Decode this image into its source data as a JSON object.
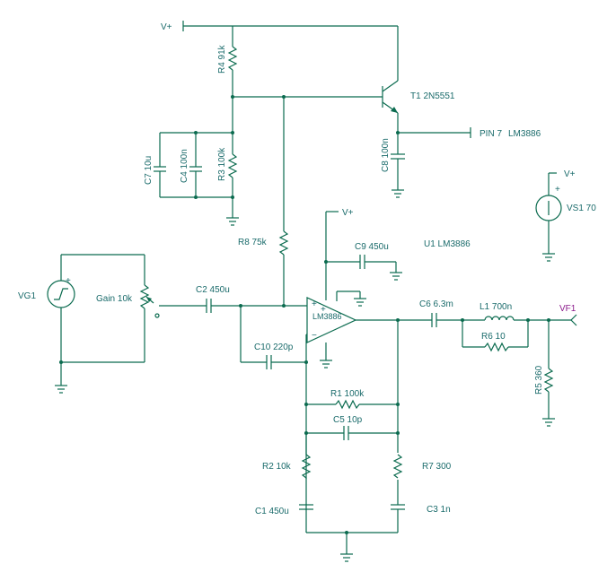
{
  "labels": {
    "vplus_top": "V+",
    "r4": "R4 91k",
    "t1": "T1 2N5551",
    "pin7": "PIN 7",
    "pin7_part": "LM3886",
    "c7": "C7 10u",
    "c4": "C4 100n",
    "r3": "R3 100k",
    "c8": "C8 100n",
    "vs1_vplus": "V+",
    "vs1": "VS1 70",
    "r8": "R8 75k",
    "opamp_vplus": "V+",
    "c9": "C9 450u",
    "u1": "U1 LM3886",
    "vg1": "VG1",
    "gain": "Gain 10k",
    "c2": "C2 450u",
    "opamp_part": "LM3886",
    "c6": "C6 6.3m",
    "l1": "L1 700n",
    "vf1": "VF1",
    "r6": "R6 10",
    "c10": "C10 220p",
    "r5": "R5 360",
    "r1": "R1 100k",
    "c5": "C5 10p",
    "r2": "R2 10k",
    "r7": "R7 300",
    "c1": "C1 450u",
    "c3": "C3 1n"
  }
}
